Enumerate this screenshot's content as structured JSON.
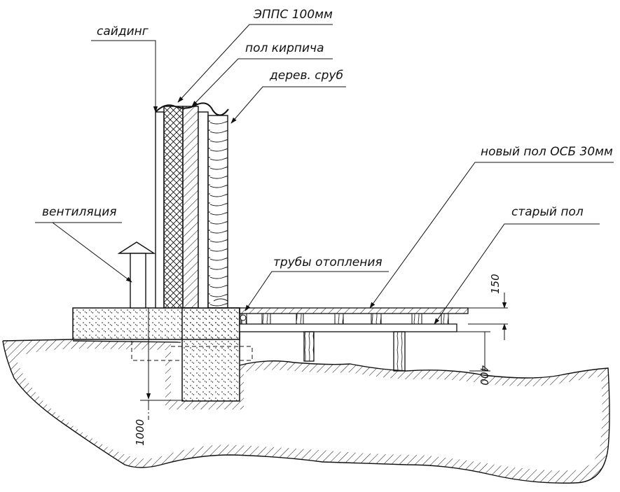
{
  "labels": {
    "siding": "сайдинг",
    "epps": "ЭППС 100мм",
    "brick_floor": "пол кирпича",
    "log_wall": "дерев. сруб",
    "new_floor": "новый пол ОСБ 30мм",
    "old_floor": "старый пол",
    "heating_pipes": "трубы отопления",
    "ventilation": "вентиляция"
  },
  "dimensions": {
    "d150": "150",
    "d400": "400",
    "d1000": "1000"
  },
  "colors": {
    "line": "#111111",
    "background": "#ffffff"
  }
}
